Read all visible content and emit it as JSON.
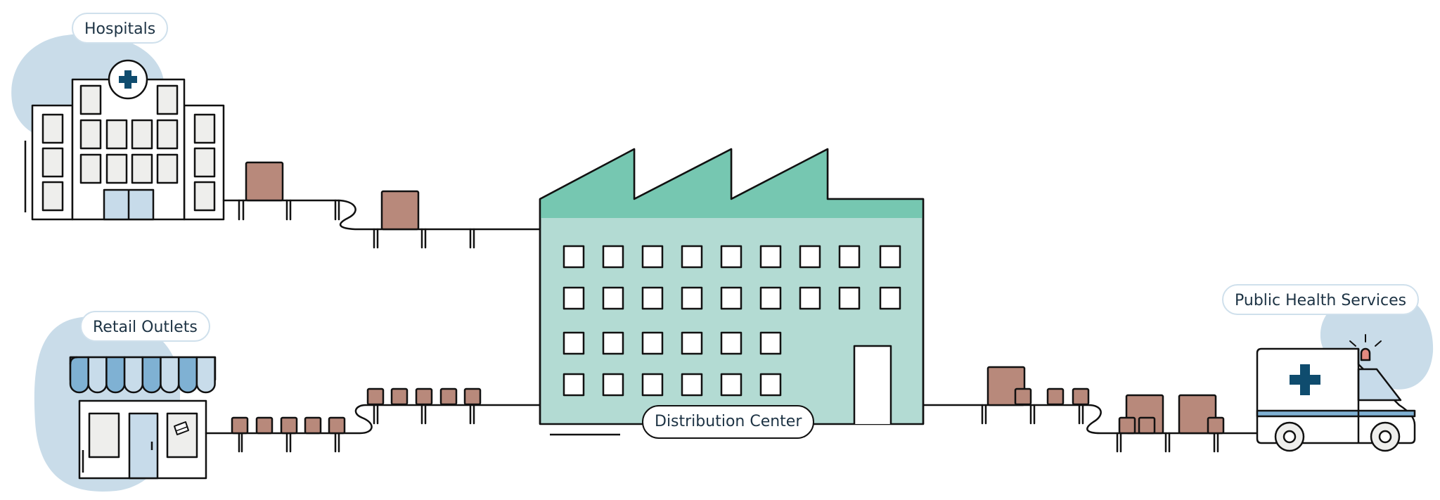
{
  "labels": {
    "hospitals": "Hospitals",
    "retail": "Retail Outlets",
    "distribution": "Distribution Center",
    "public_health": "Public Health Services"
  },
  "colors": {
    "blob": "#c9dce9",
    "factory_body": "#b3dbd3",
    "factory_roof": "#76c7b1",
    "box": "#b8897b",
    "awning": "#7fb1d3",
    "awning_light": "#c8dcea",
    "cross": "#0f4c6e",
    "siren": "#e38a80",
    "window_fill": "#eeeeec",
    "door_fill": "#c7dbea"
  },
  "icons": [
    "hospital-icon",
    "retail-store-icon",
    "factory-icon",
    "ambulance-icon",
    "medical-cross-icon",
    "siren-icon"
  ]
}
